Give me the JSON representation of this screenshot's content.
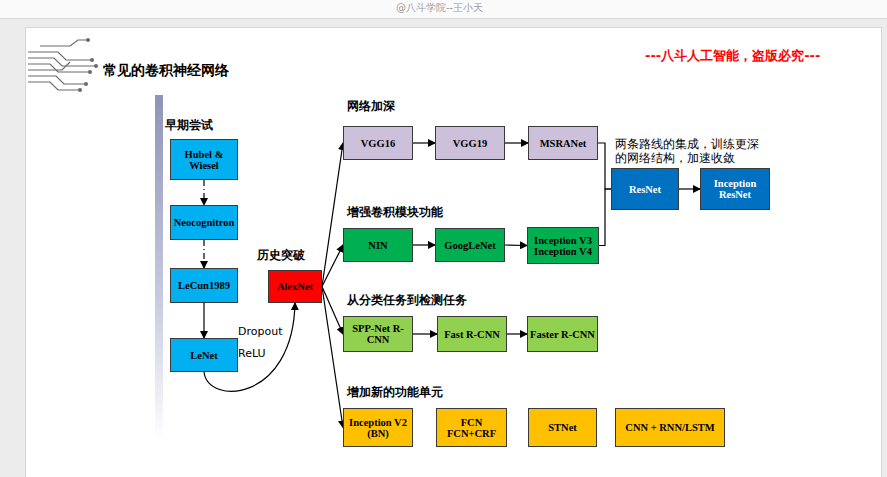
{
  "diagram": {
    "title": "常见的卷积神经网络",
    "nodes": [
      {
        "text": [
          "Hubel & Wiesel"
        ]
      },
      {
        "text": [
          "Neocognitron"
        ]
      },
      {
        "text": [
          "LeCun1989"
        ]
      },
      {
        "text": [
          "LeNet"
        ]
      },
      {
        "text": [
          "AlexNet"
        ]
      },
      {
        "text": [
          "VGG16"
        ]
      },
      {
        "text": [
          "VGG19"
        ]
      },
      {
        "text": [
          "MSRANet"
        ]
      },
      {
        "text": [
          "ResNet"
        ]
      },
      {
        "text": [
          "Inception ResNet"
        ]
      },
      {
        "text": [
          "NIN"
        ]
      },
      {
        "text": [
          "GoogLeNet"
        ]
      },
      {
        "text": [
          "Inception V3 Inception V4"
        ]
      },
      {
        "text": [
          "SPP-Net R-CNN"
        ]
      },
      {
        "text": [
          "Fast R-CNN"
        ]
      },
      {
        "text": [
          "Faster R-CNN"
        ]
      },
      {
        "text": [
          "Inception V2 (BN)"
        ]
      },
      {
        "text": [
          "FCN FCN+CRF"
        ]
      },
      {
        "text": [
          "STNet"
        ]
      },
      {
        "text": [
          "CNN + RNN/LSTM"
        ]
      }
    ],
    "edges": [
      {
        "from": 0,
        "to": 1,
        "arrow": "to"
      },
      {
        "from": 1,
        "to": 2,
        "arrow": "to"
      },
      {
        "from": 2,
        "to": 3,
        "arrow": "to"
      },
      {
        "from": 3,
        "to": 4,
        "arrow": "to"
      },
      {
        "from": 4,
        "to": 5,
        "arrow": "to"
      },
      {
        "from": 4,
        "to": 10,
        "arrow": "to"
      },
      {
        "from": 4,
        "to": 13,
        "arrow": "to"
      },
      {
        "from": 4,
        "to": 16,
        "arrow": "to"
      },
      {
        "from": 5,
        "to": 6,
        "arrow": "to"
      },
      {
        "from": 6,
        "to": 7,
        "arrow": "to"
      },
      {
        "from": 7,
        "to": 8,
        "arrow": "none"
      },
      {
        "from": 12,
        "to": 8,
        "arrow": "none"
      },
      {
        "from": 8,
        "to": 9,
        "arrow": "to"
      },
      {
        "from": 10,
        "to": 11,
        "arrow": "to"
      },
      {
        "from": 11,
        "to": 12,
        "arrow": "to"
      },
      {
        "from": 13,
        "to": 14,
        "arrow": "to"
      },
      {
        "from": 14,
        "to": 15,
        "arrow": "to"
      }
    ],
    "labels": [
      "@八斗学院--王小天",
      "---八斗人工智能，盗版必究---",
      "早期尝试",
      "历史突破",
      "Dropout",
      "ReLU",
      "网络加深",
      "增强卷积模块功能",
      "从分类任务到检测任务",
      "增加新的功能单元",
      "两条路线的集成，训练更深的网络结构，加速收敛"
    ]
  }
}
